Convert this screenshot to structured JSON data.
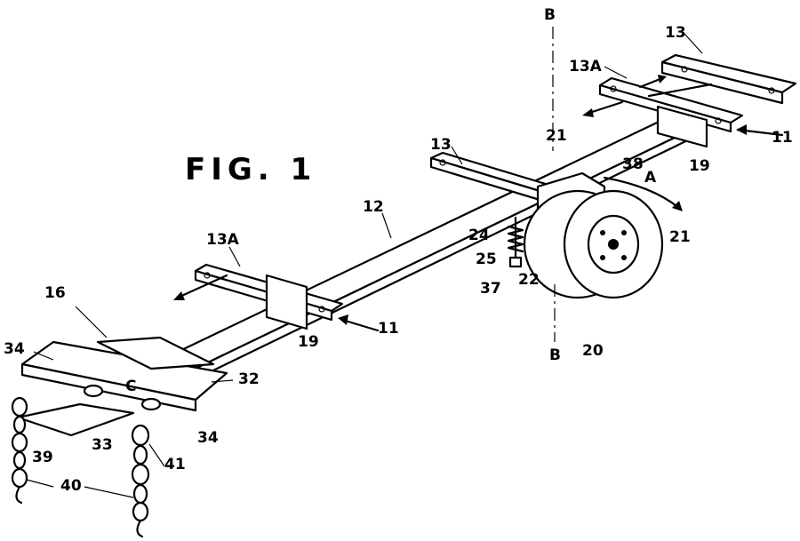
{
  "figure": {
    "title": "FIG. 1",
    "labels": {
      "l13_top": "13",
      "l13a_top": "13A",
      "lB_top": "B",
      "l11_right": "11",
      "l19_right": "19",
      "l21_top": "21",
      "l38": "38",
      "lA": "A",
      "l21_wheel": "21",
      "l13_mid": "13",
      "l12": "12",
      "l24": "24",
      "l25": "25",
      "l37": "37",
      "l22": "22",
      "l20": "20",
      "lB_bottom": "B",
      "l13a_left": "13A",
      "l11_left": "11",
      "l19_left": "19",
      "l16": "16",
      "l34_top": "34",
      "l32": "32",
      "lC": "C",
      "l34_bottom": "34",
      "l33": "33",
      "l39": "39",
      "l41": "41",
      "l40": "40"
    }
  }
}
